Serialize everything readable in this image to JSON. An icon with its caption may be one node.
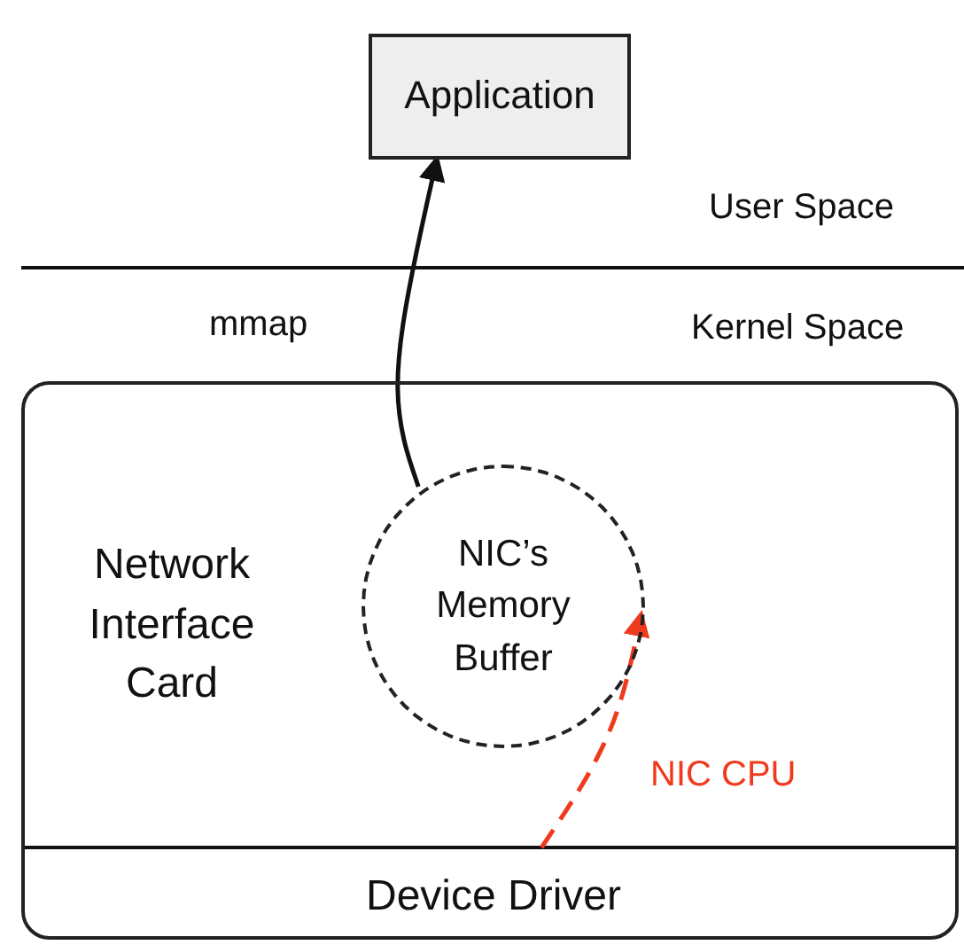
{
  "diagram": {
    "nodes": [
      {
        "text": [
          "Application"
        ]
      },
      {
        "text": [
          "Network Interface Card"
        ]
      },
      {
        "text": [
          "NIC’s Memory Buffer"
        ],
        "in": 1
      },
      {
        "text": [
          "Device Driver"
        ],
        "in": 1
      }
    ],
    "edges": [
      {
        "from": 2,
        "to": 0,
        "arrow": "to",
        "label": "mmap"
      },
      {
        "from": 3,
        "to": 2,
        "arrow": "to",
        "label": "NIC CPU",
        "style": "dashed",
        "color": "#f03a1e"
      }
    ],
    "labels": [
      "User Space",
      "Kernel Space"
    ]
  }
}
